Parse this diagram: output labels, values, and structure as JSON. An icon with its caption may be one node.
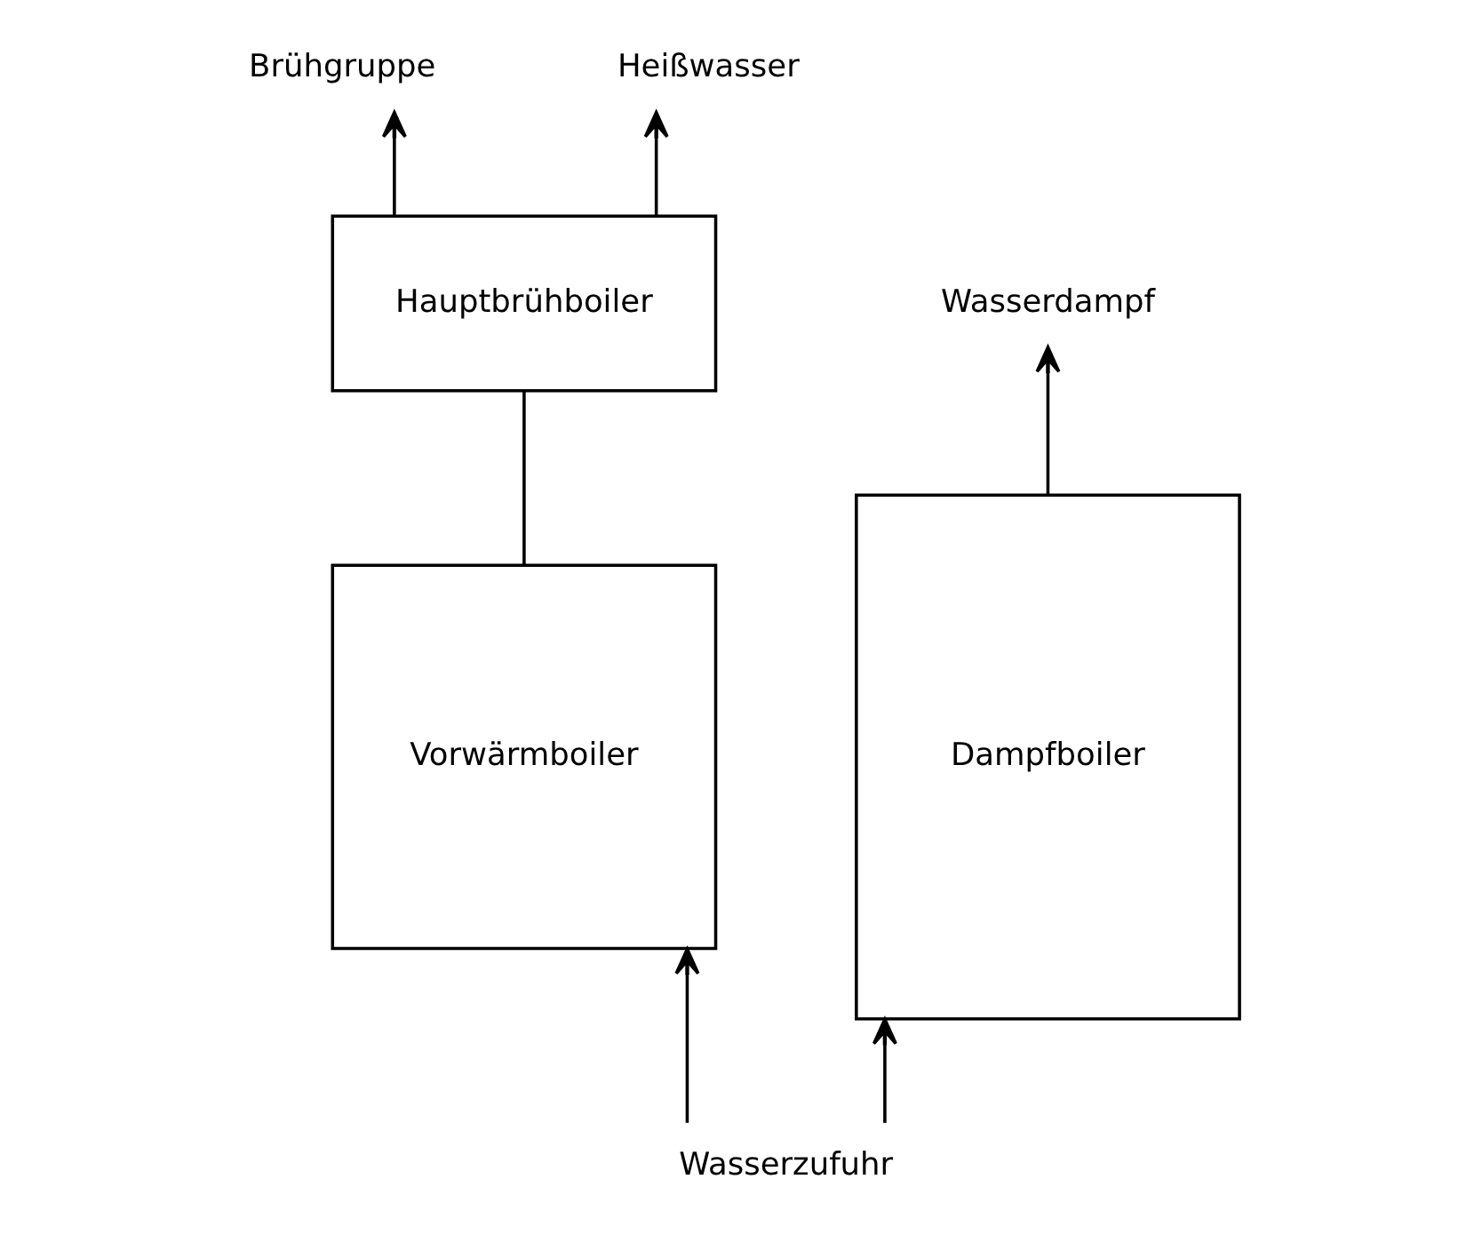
{
  "diagram": {
    "nodes": [
      {
        "text": [
          "Hauptbrühboiler"
        ]
      },
      {
        "text": [
          "Vorwärmboiler"
        ]
      },
      {
        "text": [
          "Dampfboiler"
        ]
      },
      {
        "text": [
          "Brühgruppe"
        ]
      },
      {
        "text": [
          "Heißwasser"
        ]
      },
      {
        "text": [
          "Wasserdampf"
        ]
      },
      {
        "text": [
          "Wasserzufuhr"
        ]
      }
    ],
    "edges": [
      {
        "from": 0,
        "to": 3,
        "arrow": "to"
      },
      {
        "from": 0,
        "to": 4,
        "arrow": "to"
      },
      {
        "from": 0,
        "to": 1,
        "arrow": "none"
      },
      {
        "from": 2,
        "to": 5,
        "arrow": "to"
      },
      {
        "from": 6,
        "to": 1,
        "arrow": "to"
      },
      {
        "from": 6,
        "to": 2,
        "arrow": "to"
      }
    ]
  }
}
